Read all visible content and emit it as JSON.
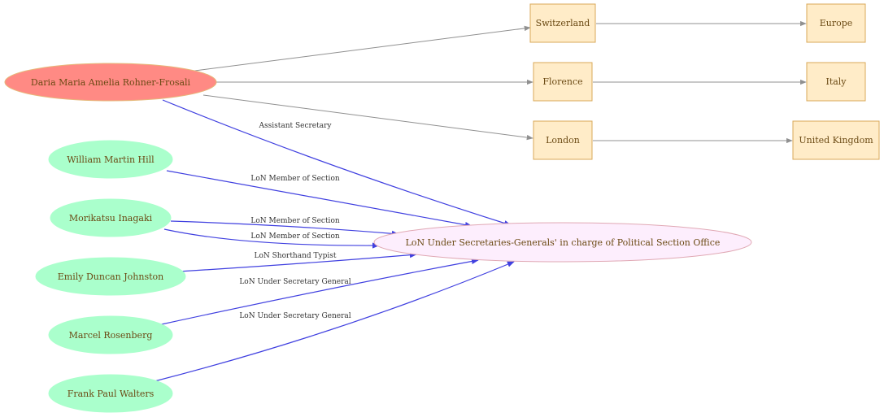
{
  "colors": {
    "person_main_fill": "#ff8a84",
    "person_main_stroke": "#e6b87a",
    "person_fill": "#aaffcc",
    "person_stroke": "#aaffcc",
    "office_fill": "#fdeefd",
    "office_stroke": "#e0a8b4",
    "place_fill": "#ffecc8",
    "place_stroke": "#d8a858",
    "edge_gray": "#909090",
    "edge_blue": "#4040e0"
  },
  "nodes": {
    "rohner": "Daria Maria Amelia Rohner-Frosali",
    "hill": "William Martin Hill",
    "inagaki": "Morikatsu Inagaki",
    "johnston": "Emily Duncan Johnston",
    "rosenberg": "Marcel Rosenberg",
    "walters": "Frank Paul Walters",
    "office": "LoN Under Secretaries-Generals' in charge of Political Section Office",
    "switzerland": "Switzerland",
    "florence": "Florence",
    "london": "London",
    "europe": "Europe",
    "italy": "Italy",
    "uk": "United Kingdom"
  },
  "edges": {
    "rohner_office": "Assistant Secretary",
    "hill_office": "LoN Member of Section",
    "inagaki_office_1": "LoN Member of Section",
    "inagaki_office_2": "LoN Member of Section",
    "johnston_office": "LoN Shorthand Typist",
    "rosenberg_office": "LoN Under Secretary General",
    "walters_office": "LoN Under Secretary General"
  }
}
